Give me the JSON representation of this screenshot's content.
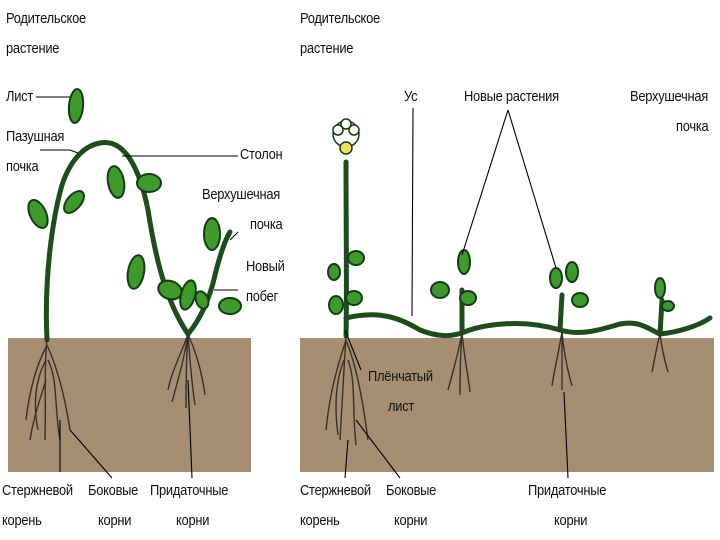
{
  "left_panel": {
    "parent_plant": [
      "Родительское",
      "растение"
    ],
    "leaf": "Лист",
    "axillary_bud": [
      "Пазушная",
      "почка"
    ],
    "stolon": "Столон",
    "apical_bud": [
      "Верхушечная",
      "почка"
    ],
    "new_shoot": [
      "Новый",
      "побег"
    ],
    "tap_root": [
      "Стержневой",
      "корень"
    ],
    "lateral_roots": [
      "Боковые",
      "корни"
    ],
    "adventitious_roots": [
      "Придаточные",
      "корни"
    ]
  },
  "right_panel": {
    "parent_plant": [
      "Родительское",
      "растение"
    ],
    "runner": "Ус",
    "new_plants": "Новые растения",
    "apical_bud": [
      "Верхушечная",
      "почка"
    ],
    "scale_leaf": [
      "Плёнчатый",
      "лист"
    ],
    "tap_root": [
      "Стержневой",
      "корень"
    ],
    "lateral_roots": [
      "Боковые",
      "корни"
    ],
    "adventitious_roots": [
      "Придаточные",
      "корни"
    ]
  },
  "colors": {
    "soil": "#a58e71",
    "stem": "#1d4d1d",
    "leaf_fill": "#3f9a2c",
    "leaf_edge": "#123d12",
    "root": "#3a3028",
    "line": "#000000"
  }
}
